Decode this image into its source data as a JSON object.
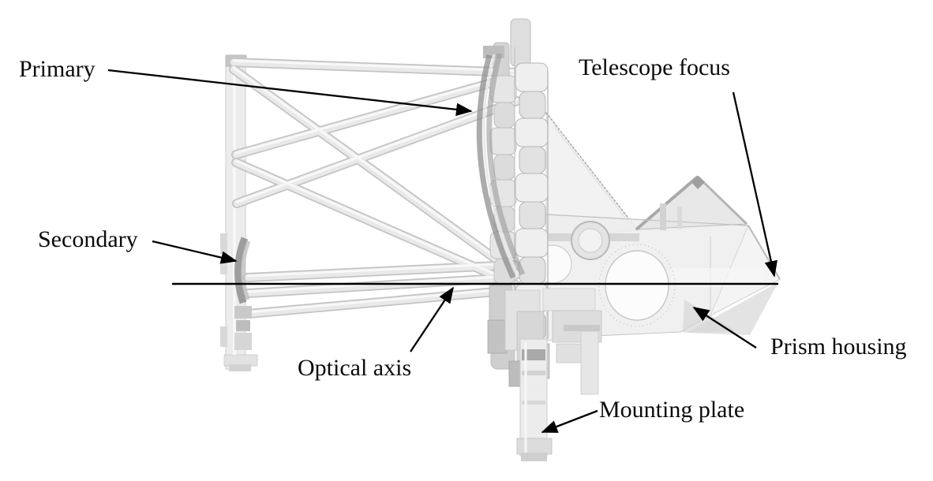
{
  "figure": {
    "subject": "Telescope opto-mechanical assembly (translucent CAD rendering) with annotated components",
    "background_color": "#ffffff",
    "annotation_color": "#000000"
  },
  "labels": {
    "primary": "Primary",
    "secondary": "Secondary",
    "telescope_focus": "Telescope focus",
    "optical_axis": "Optical axis",
    "prism_housing": "Prism housing",
    "mounting_plate": "Mounting plate"
  },
  "parts": [
    {
      "name": "primary-mirror",
      "label": "Primary"
    },
    {
      "name": "secondary-mirror",
      "label": "Secondary"
    },
    {
      "name": "telescope-focus-point",
      "label": "Telescope focus"
    },
    {
      "name": "optical-axis-line",
      "label": "Optical axis"
    },
    {
      "name": "prism-housing",
      "label": "Prism housing"
    },
    {
      "name": "mounting-plate",
      "label": "Mounting plate"
    }
  ],
  "colors": {
    "cad_light": "#ededed",
    "cad_mid": "#d8d8d8",
    "cad_dark": "#a0a0a0",
    "mirror_dark": "#8f8f8f"
  }
}
